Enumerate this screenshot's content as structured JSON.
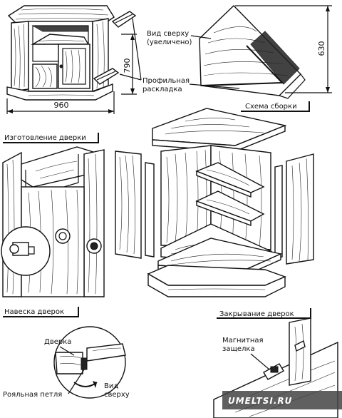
{
  "labels": {
    "top_view": "Вид сверху",
    "top_view_sub": "(увеличено)",
    "dim_790": "790",
    "dim_630": "630",
    "dim_960": "960",
    "profile": "Профильная",
    "profile_sub": "раскладка",
    "assembly": "Схема сборки",
    "door_making": "Изготовление дверки",
    "door_hanging": "Навеска дверок",
    "door_closing": "Закрывание дверок",
    "door": "Дверка",
    "piano_hinge": "Рояльная петля",
    "top_view2": "Вид",
    "top_view2_sub": "сверху",
    "magnetic": "Магнитная",
    "magnetic_sub": "защелка"
  },
  "watermark": "UMELTSI.RU"
}
